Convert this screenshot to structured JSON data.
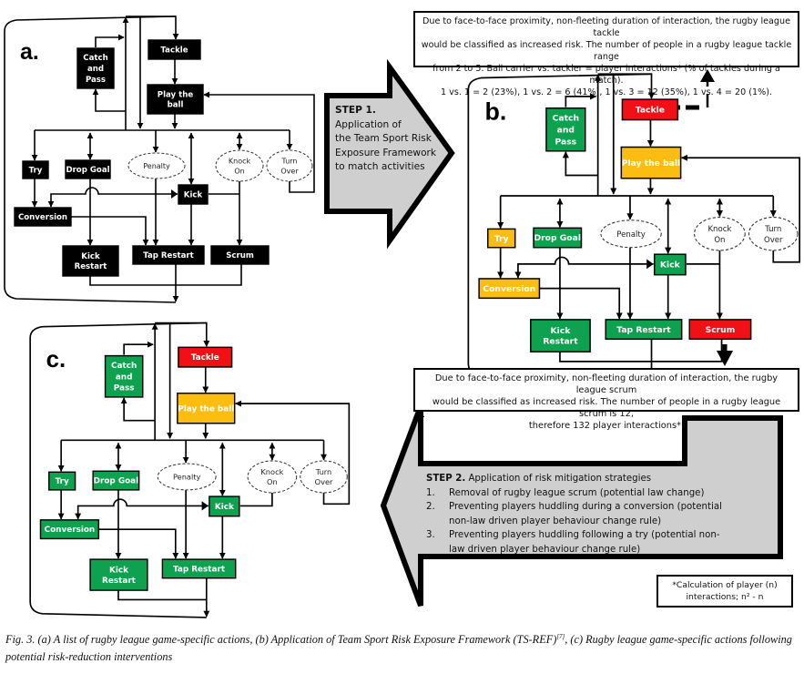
{
  "figure": {
    "caption_prefix": "Fig. 3.",
    "caption_body": " (a) A list of rugby league game-specific actions, (b) Application of Team Sport Risk Exposure Framework (TS-REF)",
    "caption_ref": "[7]",
    "caption_rest": ", (c) Rugby league game-specific actions following potential risk-reduction interventions"
  },
  "colors": {
    "black": "#000000",
    "green": "#0ea150",
    "yellow": "#fbbd12",
    "red": "#f01016",
    "arrow_fill": "#d0cfd0",
    "white": "#ffffff"
  },
  "panels": [
    {
      "id": "a",
      "label": "a.",
      "nodes": {
        "tackle": {
          "label": "Tackle",
          "fill": "black"
        },
        "catch_pass": {
          "label": "Catch|and|Pass",
          "fill": "black"
        },
        "play_ball": {
          "label": "Play the|ball",
          "fill": "black"
        },
        "try": {
          "label": "Try",
          "fill": "black"
        },
        "drop_goal": {
          "label": "Drop Goal",
          "fill": "black"
        },
        "penalty": {
          "label": "Penalty",
          "fill": "none"
        },
        "knock_on": {
          "label": "Knock|On",
          "fill": "none"
        },
        "turn_over": {
          "label": "Turn|Over",
          "fill": "none"
        },
        "kick": {
          "label": "Kick",
          "fill": "black"
        },
        "conversion": {
          "label": "Conversion",
          "fill": "black"
        },
        "kick_restart": {
          "label": "Kick|Restart",
          "fill": "black"
        },
        "tap_restart": {
          "label": "Tap Restart",
          "fill": "black"
        },
        "scrum": {
          "label": "Scrum",
          "fill": "black"
        }
      }
    },
    {
      "id": "b",
      "label": "b.",
      "nodes": {
        "tackle": {
          "label": "Tackle",
          "fill": "red"
        },
        "catch_pass": {
          "label": "Catch|and|Pass",
          "fill": "green"
        },
        "play_ball": {
          "label": "Play the ball",
          "fill": "yellow"
        },
        "try": {
          "label": "Try",
          "fill": "yellow"
        },
        "drop_goal": {
          "label": "Drop Goal",
          "fill": "green"
        },
        "penalty": {
          "label": "Penalty",
          "fill": "none"
        },
        "knock_on": {
          "label": "Knock|On",
          "fill": "none"
        },
        "turn_over": {
          "label": "Turn|Over",
          "fill": "none"
        },
        "kick": {
          "label": "Kick",
          "fill": "green"
        },
        "conversion": {
          "label": "Conversion",
          "fill": "yellow"
        },
        "kick_restart": {
          "label": "Kick|Restart",
          "fill": "green"
        },
        "tap_restart": {
          "label": "Tap Restart",
          "fill": "green"
        },
        "scrum": {
          "label": "Scrum",
          "fill": "red"
        }
      }
    },
    {
      "id": "c",
      "label": "c.",
      "nodes": {
        "tackle": {
          "label": "Tackle",
          "fill": "red"
        },
        "catch_pass": {
          "label": "Catch|and|Pass",
          "fill": "green"
        },
        "play_ball": {
          "label": "Play the ball",
          "fill": "yellow"
        },
        "try": {
          "label": "Try",
          "fill": "green"
        },
        "drop_goal": {
          "label": "Drop Goal",
          "fill": "green"
        },
        "penalty": {
          "label": "Penalty",
          "fill": "none"
        },
        "knock_on": {
          "label": "Knock|On",
          "fill": "none"
        },
        "turn_over": {
          "label": "Turn|Over",
          "fill": "none"
        },
        "kick": {
          "label": "Kick",
          "fill": "green"
        },
        "conversion": {
          "label": "Conversion",
          "fill": "green"
        },
        "kick_restart": {
          "label": "Kick|Restart",
          "fill": "green"
        },
        "tap_restart": {
          "label": "Tap Restart",
          "fill": "green"
        }
      }
    }
  ],
  "notes": {
    "tackle": "Due to face-to-face proximity, non-fleeting duration of interaction, the rugby league tackle would be classified as increased risk. The number of people in a rugby league tackle range from 2 to 5.  Ball carrier vs. tackler = player interactions* (% of tackles during a match). 1 vs. 1 = 2 (23%), 1 vs. 2 = 6 (41%), 1 vs. 3 = 12 (35%), 1 vs. 4 = 20 (1%).",
    "tackle_lines": [
      "Due to face-to-face proximity, non-fleeting duration of interaction, the rugby league tackle",
      "would be classified as increased risk. The number of people in a rugby league tackle range",
      "from 2 to 5.  Ball carrier vs. tackler = player interactions* (% of tackles during a match).",
      "1 vs. 1 = 2 (23%), 1 vs. 2 = 6 (41%), 1 vs. 3 = 12 (35%), 1 vs. 4 = 20 (1%)."
    ],
    "scrum_lines": [
      "Due to face-to-face proximity, non-fleeting duration of interaction, the rugby league scrum",
      "would be classified as increased risk.  The number of people in a rugby league scrum is 12,",
      "therefore 132 player interactions*."
    ],
    "calc_lines": [
      "*Calculation of player (n)",
      "interactions; n² - n"
    ]
  },
  "tackle_interactions": [
    {
      "matchup": "1 vs. 1",
      "interactions": 2,
      "percent_of_tackles": 23
    },
    {
      "matchup": "1 vs. 2",
      "interactions": 6,
      "percent_of_tackles": 41
    },
    {
      "matchup": "1 vs. 3",
      "interactions": 12,
      "percent_of_tackles": 35
    },
    {
      "matchup": "1 vs. 4",
      "interactions": 20,
      "percent_of_tackles": 1
    }
  ],
  "step1": {
    "title": "STEP 1.",
    "lines": [
      "Application of",
      "the Team Sport Risk",
      "Exposure Framework",
      "to match activities"
    ]
  },
  "step2": {
    "title": "STEP 2.",
    "title_rest": " Application of risk mitigation strategies",
    "items": [
      {
        "num": "1.",
        "text": "Removal of rugby league scrum (potential law change)"
      },
      {
        "num": "2.",
        "text": "Preventing players huddling during a conversion (potential non-law driven player behaviour change rule)"
      },
      {
        "num": "3.",
        "text": "Preventing players huddling following a try (potential non-law driven player behaviour change rule)"
      }
    ]
  }
}
